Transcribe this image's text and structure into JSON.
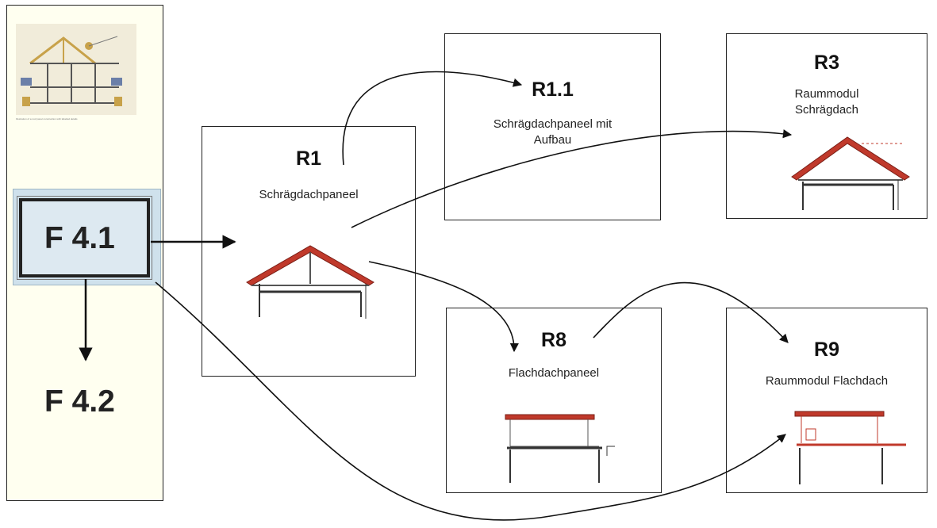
{
  "left_panel": {
    "current": "F 4.1",
    "next": "F 4.2",
    "thumbnail_caption": "Illustration of a roof panel construction with labelled details"
  },
  "cards": {
    "r1": {
      "code": "R1",
      "label": "Schrägdachpaneel"
    },
    "r11": {
      "code": "R1.1",
      "label_line1": "Schrägdachpaneel mit",
      "label_line2": "Aufbau"
    },
    "r3": {
      "code": "R3",
      "label_line1": "Raummodul",
      "label_line2": "Schrägdach"
    },
    "r8": {
      "code": "R8",
      "label": "Flachdachpaneel"
    },
    "r9": {
      "code": "R9",
      "label": "Raummodul Flachdach"
    }
  },
  "colors": {
    "roof_red": "#c0392b",
    "frame_black": "#222222",
    "panel_fill": "#cfe1ec"
  }
}
